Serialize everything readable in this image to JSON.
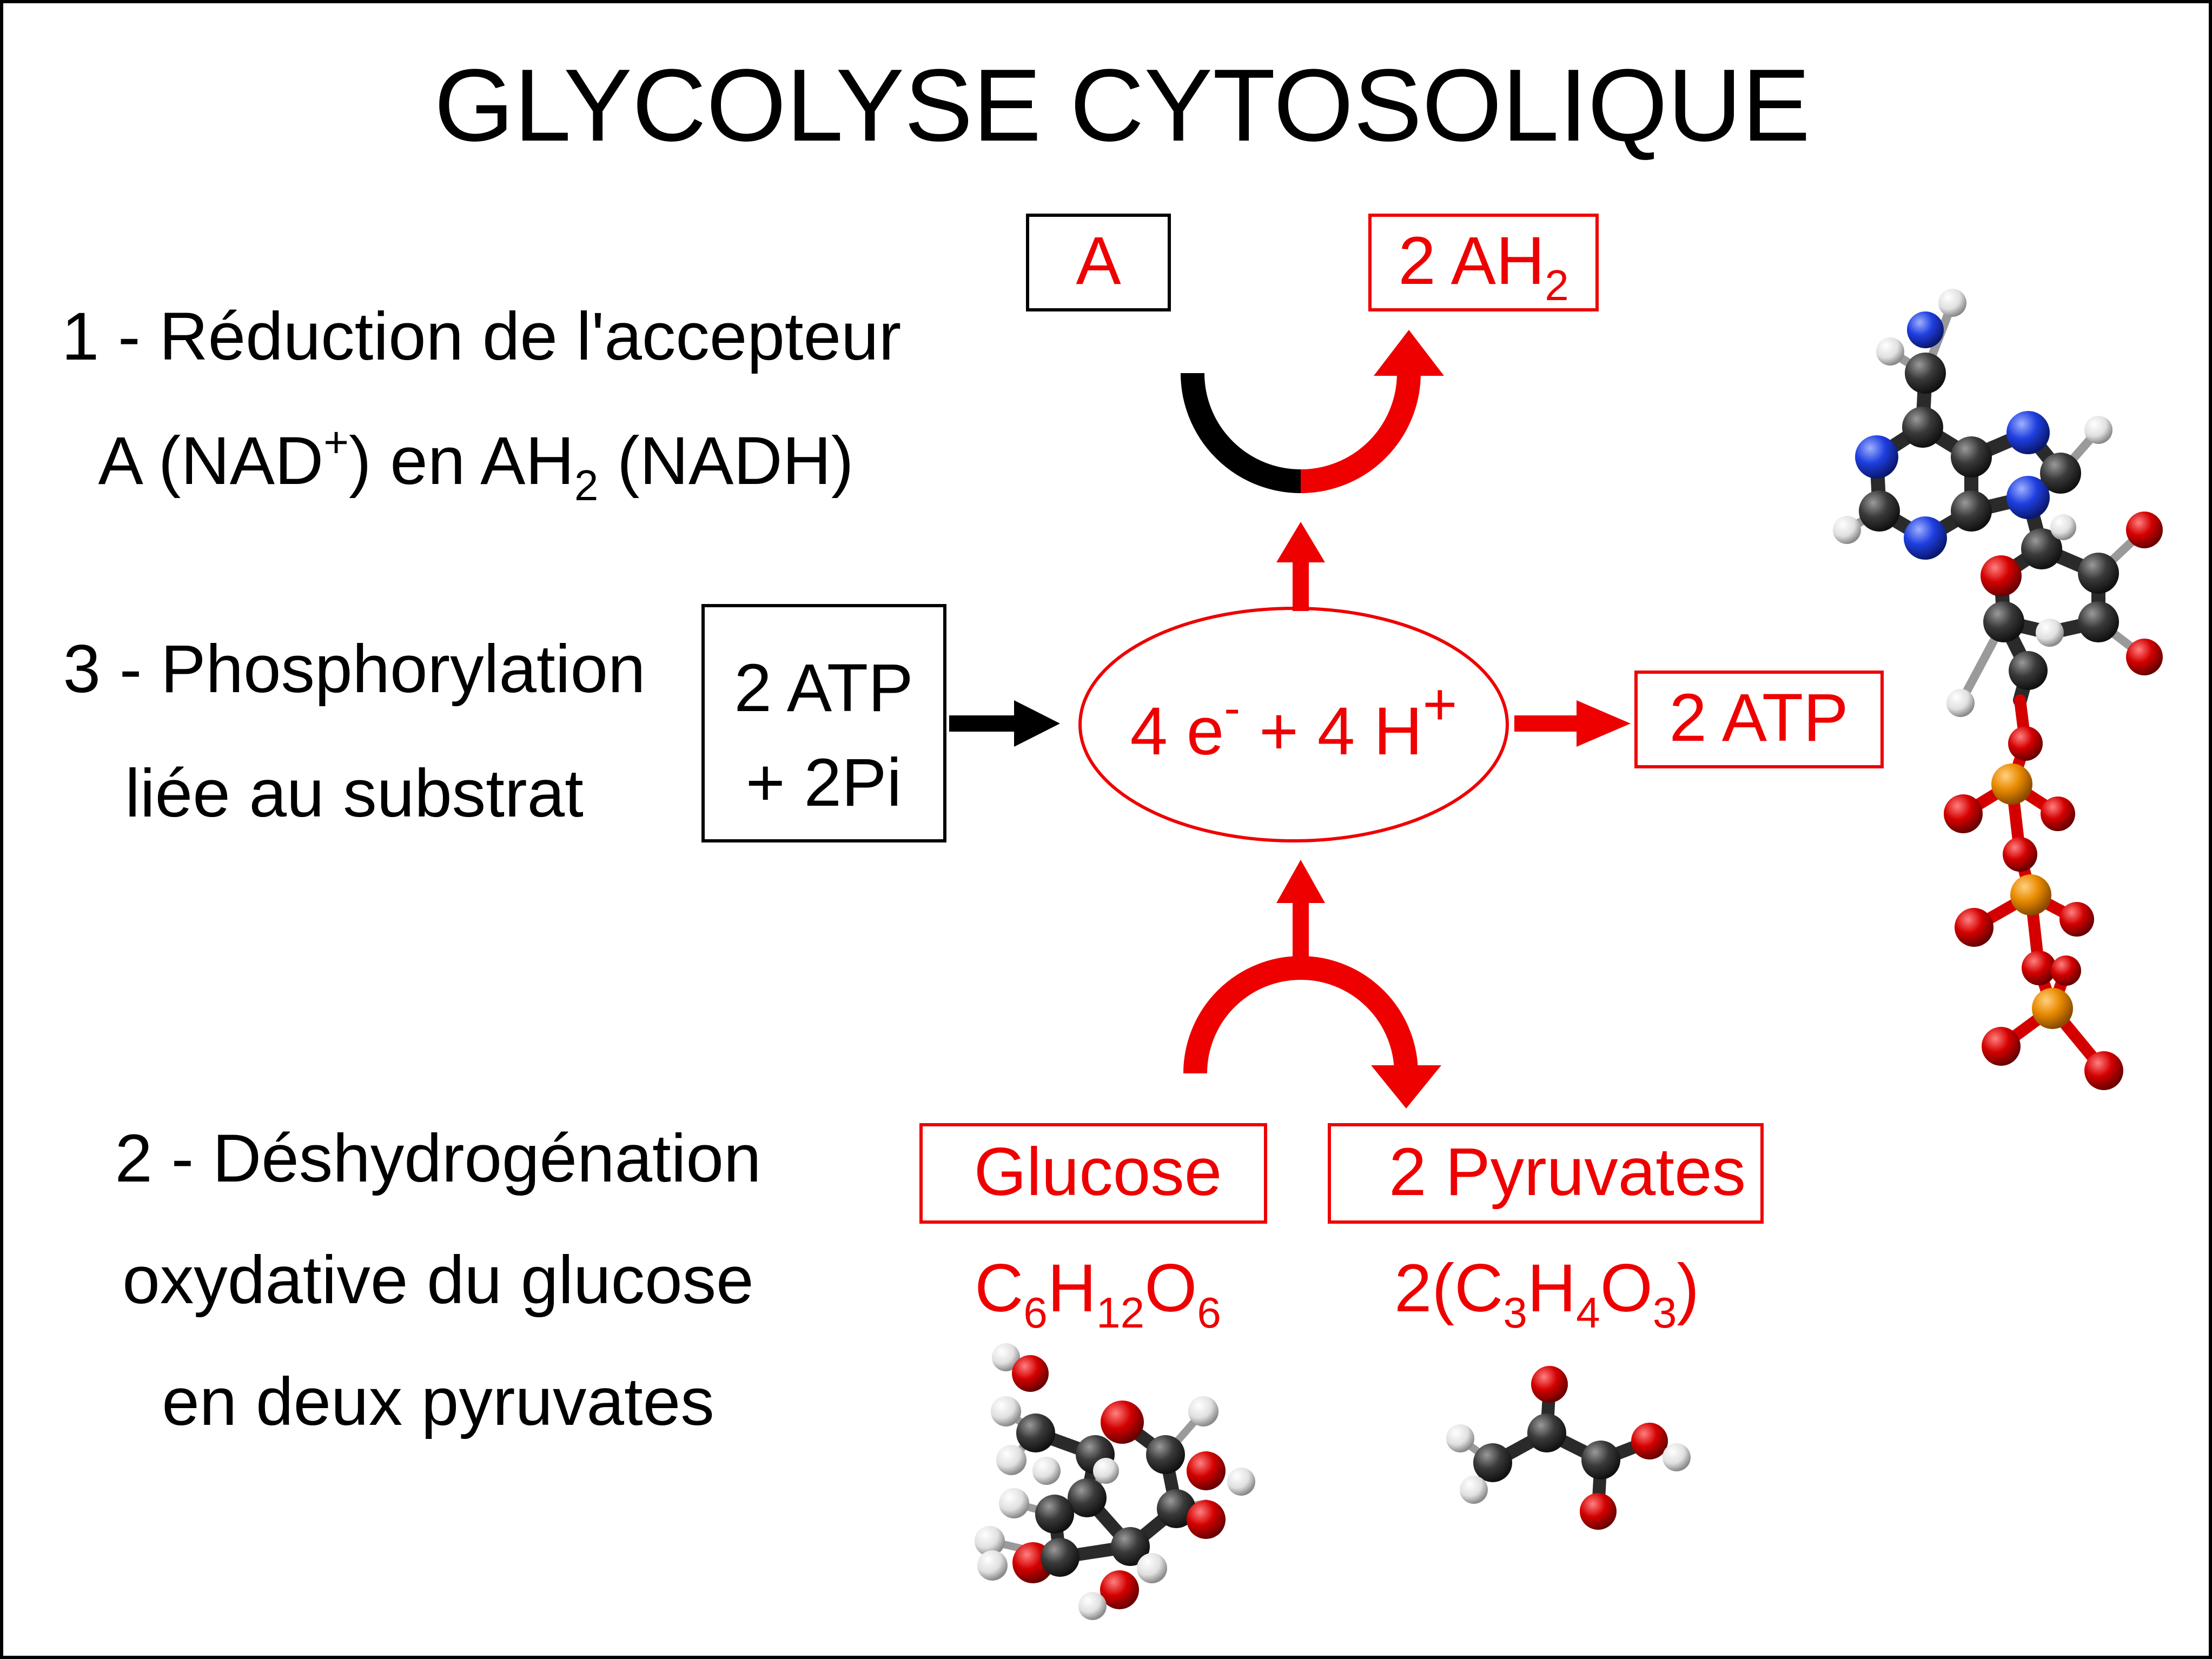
{
  "title": "GLYCOLYSE CYTOSOLIQUE",
  "colors": {
    "red": "#ee0000",
    "black": "#000000",
    "carbon": "#3a3a3a",
    "oxygen": "#d40000",
    "nitrogen": "#1f3fe0",
    "phosphorus": "#e88a00",
    "hydrogen": "#e8e8e8"
  },
  "step1": {
    "line1": "1 - Réduction de l'accepteur",
    "line2_a": "A (NAD",
    "line2_sup": "+",
    "line2_b": ") en AH",
    "line2_sub": "2",
    "line2_c": " (NADH)"
  },
  "step3": {
    "line1": "3 - Phosphorylation",
    "line2": "liée au substrat"
  },
  "step2": {
    "line1": "2 - Déshydrogénation",
    "line2": "oxydative du glucose",
    "line3": "en deux pyruvates"
  },
  "acceptor_box": {
    "label": "A"
  },
  "reduced_box": {
    "label": "2 AH",
    "sub": "2"
  },
  "input_box": {
    "line1": "2 ATP",
    "line2": "+ 2Pi"
  },
  "center": {
    "e_part": "4 e",
    "e_sup": "-",
    "h_part": " + 4 H",
    "h_sup": "+"
  },
  "output_box": {
    "label": "2 ATP"
  },
  "glucose": {
    "label": "Glucose",
    "f1": "C",
    "s1": "6",
    "f2": "H",
    "s2": "12",
    "f3": "O",
    "s3": "6"
  },
  "pyruvate": {
    "label": "2 Pyruvates",
    "f0": "2(C",
    "s1": "3",
    "f2": "H",
    "s2": "4",
    "f3": "O",
    "s3": "3",
    "f4": ")"
  }
}
